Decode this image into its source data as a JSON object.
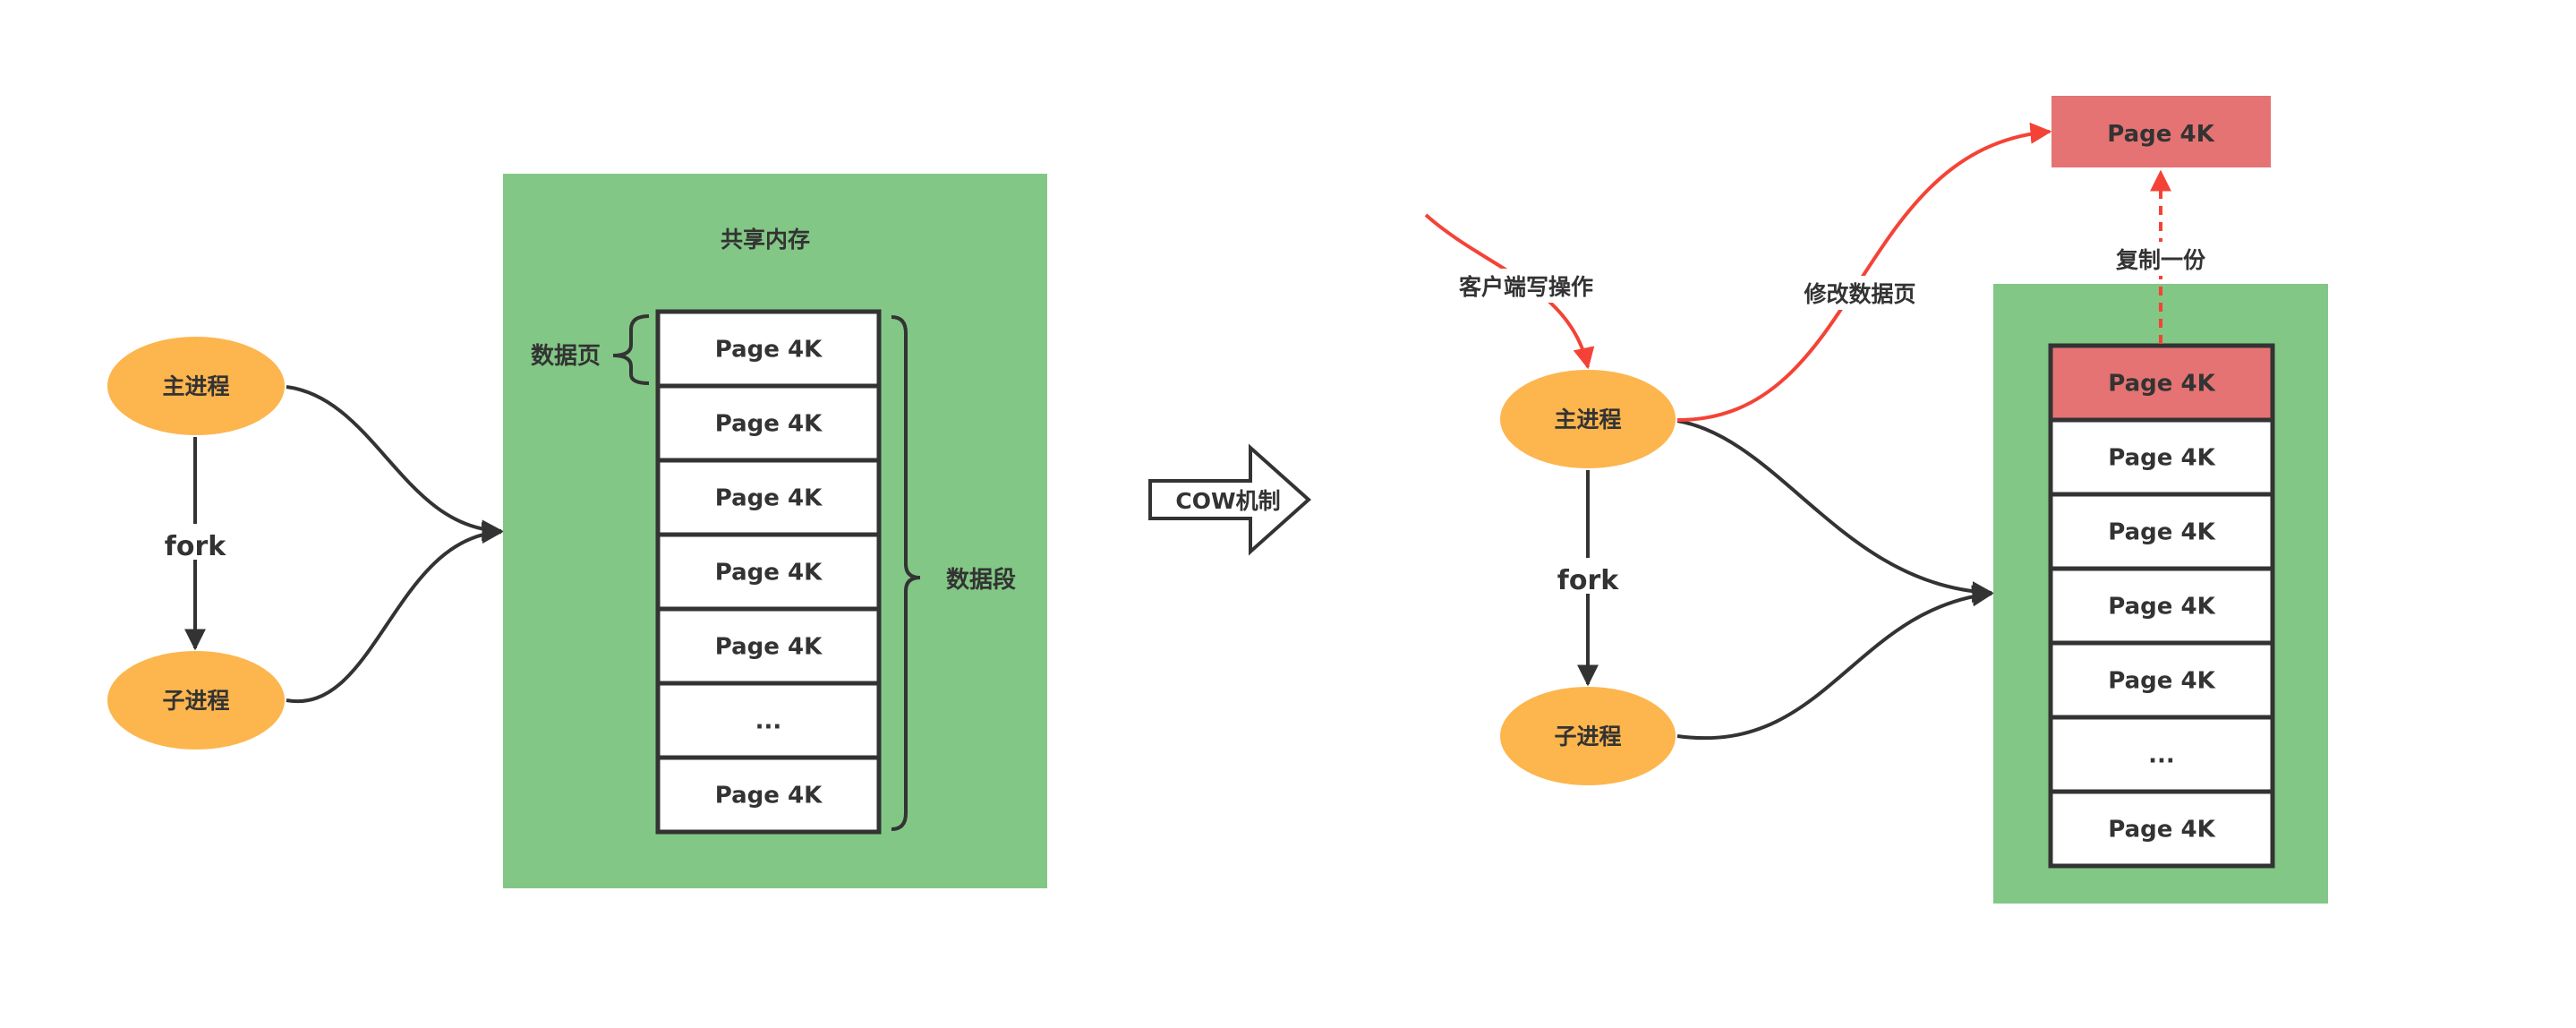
{
  "colors": {
    "green": "#82C785",
    "orange": "#FDB54E",
    "highlight_red": "#E57373",
    "arrow_red": "#F44336",
    "stroke_dark": "#333333",
    "page_white": "#FFFFFF"
  },
  "left": {
    "main_process": "主进程",
    "child_process": "子进程",
    "fork_label": "fork",
    "shared_memory_title": "共享内存",
    "data_page_label": "数据页",
    "data_segment_label": "数据段",
    "pages": [
      "Page 4K",
      "Page 4K",
      "Page 4K",
      "Page 4K",
      "Page 4K",
      "...",
      "Page 4K"
    ]
  },
  "transition": {
    "label": "COW机制"
  },
  "right": {
    "main_process": "主进程",
    "child_process": "子进程",
    "fork_label": "fork",
    "client_write_label": "客户端写操作",
    "modify_page_label": "修改数据页",
    "copy_label": "复制一份",
    "copied_page": "Page 4K",
    "pages": [
      "Page 4K",
      "Page 4K",
      "Page 4K",
      "Page 4K",
      "Page 4K",
      "...",
      "Page 4K"
    ],
    "highlighted_page_index": 0
  }
}
